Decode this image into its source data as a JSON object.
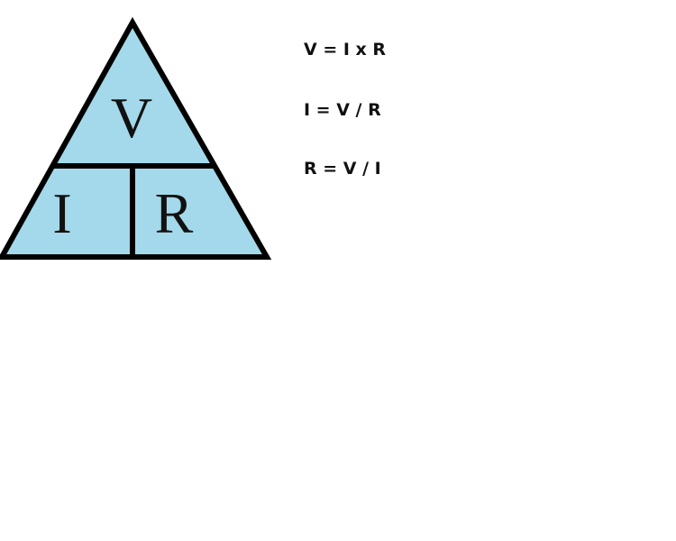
{
  "triangle": {
    "top_label": "V",
    "bottom_left_label": "I",
    "bottom_right_label": "R",
    "fill_color": "#a3d9ea",
    "stroke_color": "#000000"
  },
  "formulas": [
    "V = I x R",
    "I = V / R",
    "R = V / I"
  ]
}
